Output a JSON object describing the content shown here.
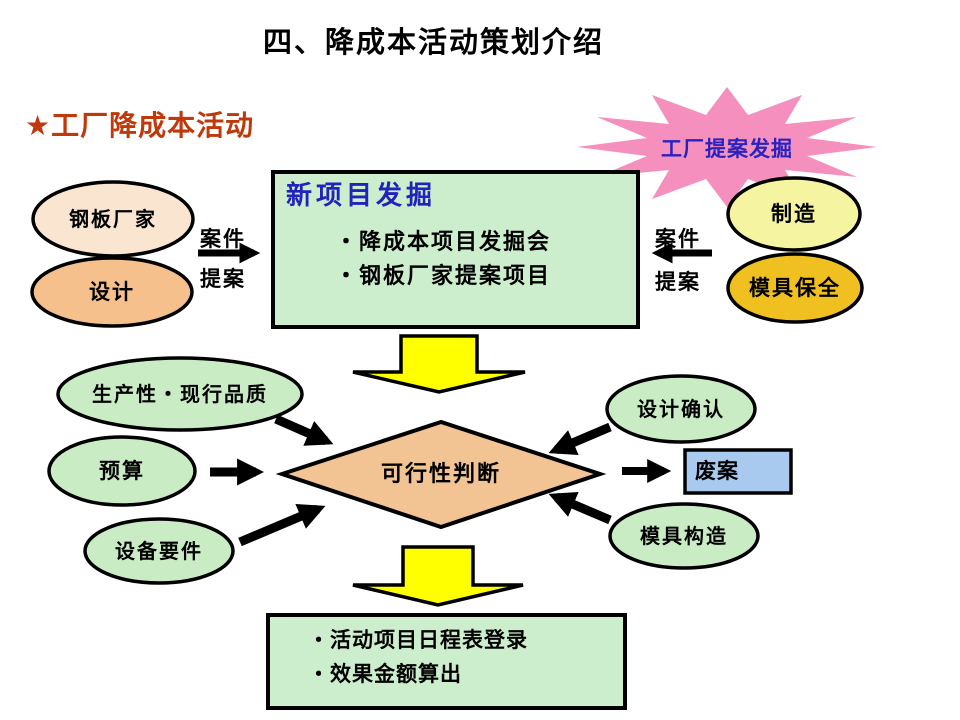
{
  "title": "四、降成本活动策划介绍",
  "heading": "★工厂降成本活动",
  "starburst": {
    "label": "工厂提案发掘"
  },
  "left_sources": {
    "steel": "钢板厂家",
    "design": "设计"
  },
  "right_sources": {
    "manufacturing": "制造",
    "mold_maintenance": "模具保全"
  },
  "arrow_labels": {
    "left_case": "案件",
    "left_proposal": "提案",
    "right_case": "案件",
    "right_proposal": "提案"
  },
  "discovery_box": {
    "title": "新项目发掘",
    "items": [
      "・降成本项目发掘会",
      "・钢板厂家提案项目"
    ]
  },
  "decision": {
    "label": "可行性判断"
  },
  "criteria_left": {
    "productivity": "生产性・现行品质",
    "budget": "预算",
    "equipment": "设备要件"
  },
  "criteria_right": {
    "design_confirm": "设计确认",
    "mold_structure": "模具构造"
  },
  "rejected": {
    "label": "废案"
  },
  "result_box": {
    "items": [
      "・活动项目日程表登录",
      "・效果金额算出"
    ]
  },
  "colors": {
    "heading_red": "#C0390B",
    "starburst_pink": "#F48FBE",
    "blue_text": "#2222BC",
    "box_green": "#CDEECD",
    "ellipse_peach": "#FAE5D0",
    "ellipse_orange": "#F5C08C",
    "ellipse_pale_yellow": "#F4F4A1",
    "ellipse_gold": "#EFC01F",
    "diamond_tan": "#F3C493",
    "ellipse_light_green": "#C9ECC5",
    "rejected_blue": "#A9CAEF",
    "arrow_yellow": "#FFFF00",
    "outline_black": "#000000"
  }
}
